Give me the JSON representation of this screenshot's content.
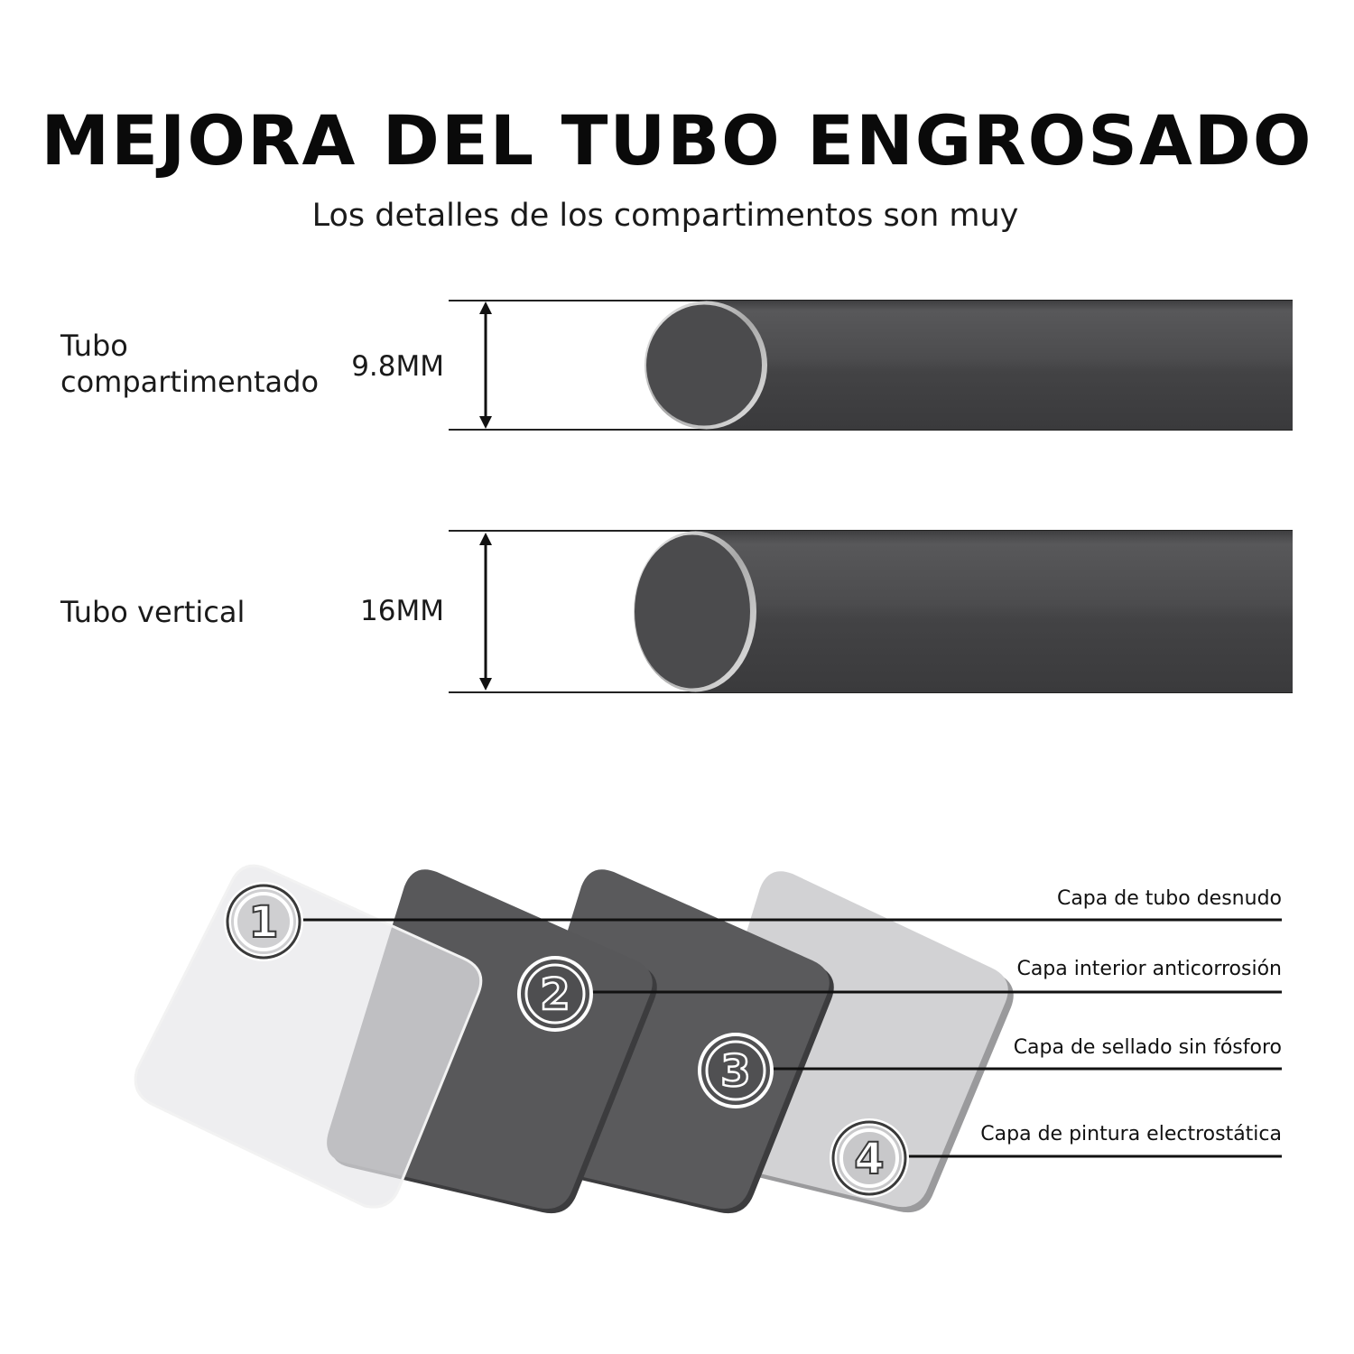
{
  "header": {
    "title": "MEJORA DEL TUBO ENGROSADO",
    "subtitle": "Los detalles de los compartimentos son muy"
  },
  "tubes": [
    {
      "label": "Tubo compartimentado",
      "label_line1": "Tubo",
      "label_line2": "compartimentado",
      "dimension": "9.8MM"
    },
    {
      "label": "Tubo vertical",
      "dimension": "16MM"
    }
  ],
  "layers": [
    {
      "number": "1",
      "label": "Capa de tubo desnudo"
    },
    {
      "number": "2",
      "label": "Capa interior anticorrosión"
    },
    {
      "number": "3",
      "label": "Capa de sellado sin fósforo"
    },
    {
      "number": "4",
      "label": "Capa de pintura electrostática"
    }
  ],
  "colors": {
    "tube": "#4a4a4c",
    "tube_highlight": "#5c5c5e",
    "rim": "#d9d9d9",
    "layer_light": "#d4d4d6",
    "layer_dark": "#555557"
  }
}
